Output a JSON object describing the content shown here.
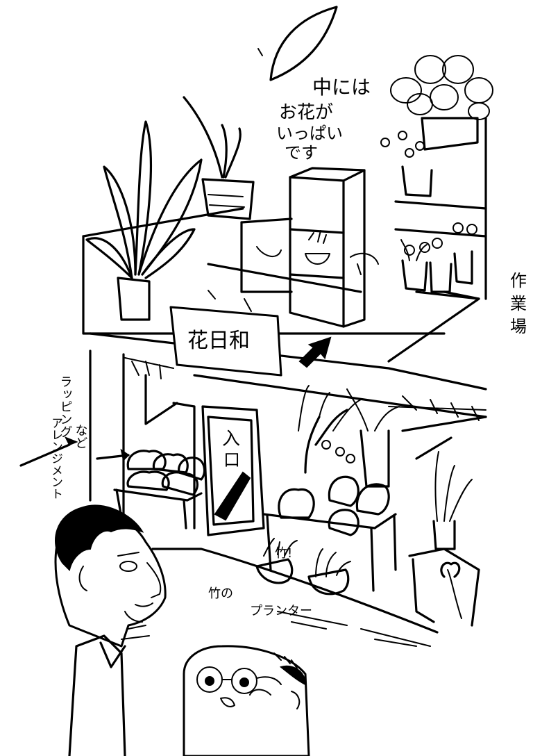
{
  "annotations": {
    "inside_line1": "中には",
    "inside_line2": "お花が",
    "inside_line3": "いっぱい",
    "inside_line4": "です",
    "side_note_top": "作",
    "side_note_mid": "業",
    "side_note_bottom": "場",
    "display_note_line1": "ラッピング",
    "display_note_line2": "アレンジメント",
    "display_note_line3": "など",
    "planter_line1": "竹の",
    "planter_line2": "プランター"
  },
  "shop_sign": {
    "text": "花日和"
  },
  "entrance": {
    "label_line1": "入",
    "label_line2": "口"
  },
  "planter_tag": "竹!",
  "colors": {
    "ink": "#000000",
    "paper": "#ffffff"
  }
}
